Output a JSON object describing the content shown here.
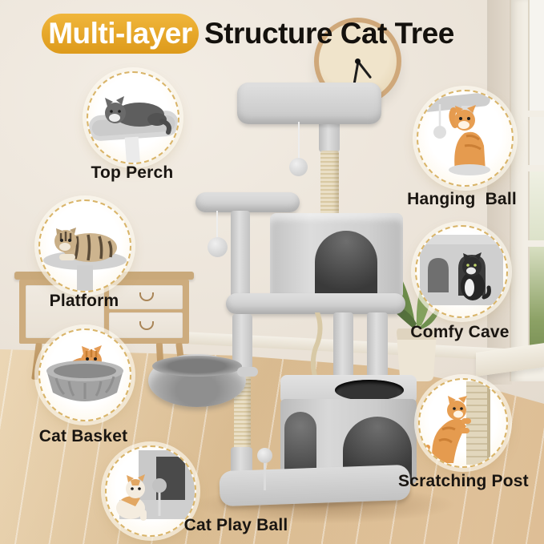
{
  "title": {
    "badge": "Multi-layer",
    "rest": "Structure Cat Tree"
  },
  "features": {
    "top_perch": {
      "label": "Top Perch"
    },
    "platform": {
      "label": "Platform"
    },
    "cat_basket": {
      "label": "Cat Basket"
    },
    "cat_play_ball": {
      "label": "Cat Play Ball"
    },
    "hanging_ball": {
      "label": "Hanging  Ball"
    },
    "comfy_cave": {
      "label": "Comfy Cave"
    },
    "scratching_post": {
      "label": "Scratching Post"
    }
  },
  "colors": {
    "badge_bg": "#E5A52C",
    "badge_text": "#FFFFFF",
    "title_text": "#14110D",
    "label_text": "#191511",
    "callout_ring": "#D9B468",
    "plush_gray": "#CFCFCF",
    "sisal": "#E0D2AE",
    "floor_wood": "#E2C398",
    "wall_cream": "#EAE2D7"
  }
}
